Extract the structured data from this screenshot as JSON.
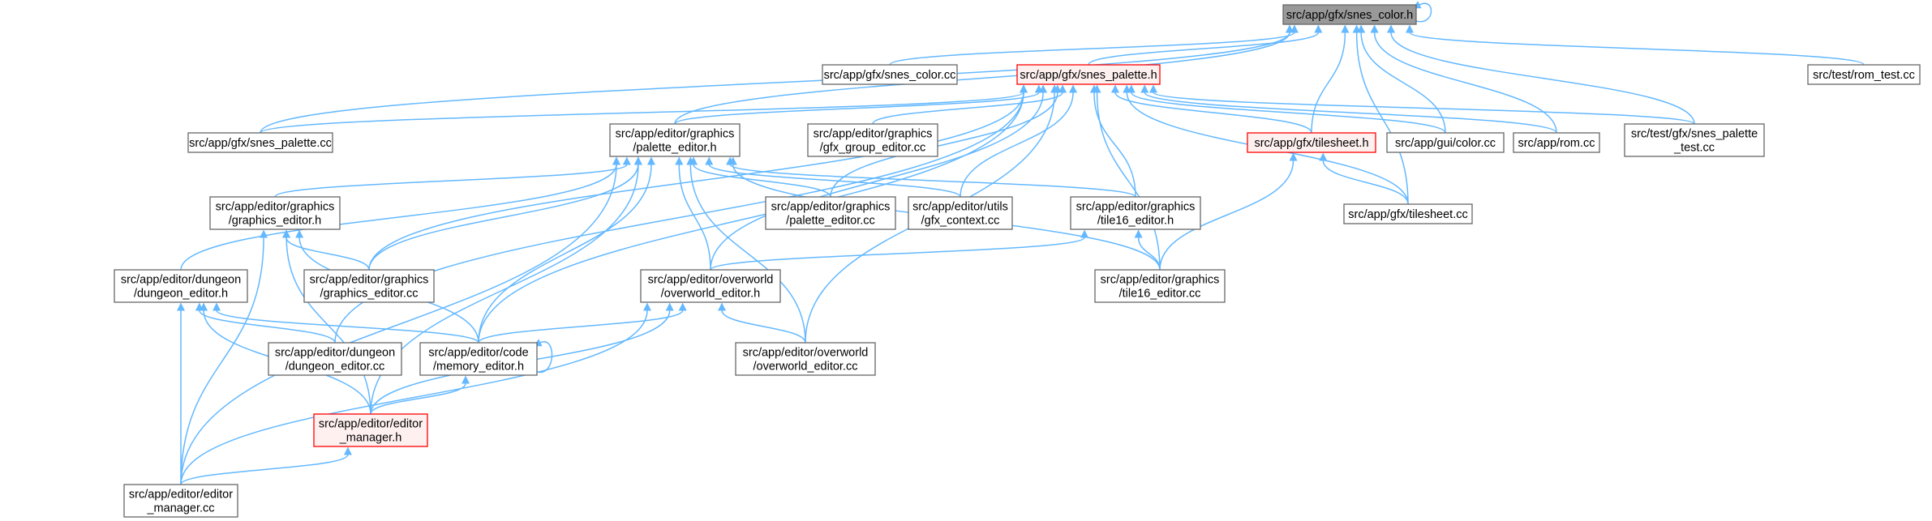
{
  "colors": {
    "edge": "#63b8ff",
    "node_border": "#666666",
    "node_fill": "#ffffff",
    "focus_fill": "#999999",
    "focus_border": "#666666",
    "red_border": "#ff0000",
    "red_fill": "#fff0f0"
  },
  "nodes": [
    {
      "id": "snes_color_h",
      "lines": [
        "src/app/gfx/snes_color.h"
      ],
      "style": "focus"
    },
    {
      "id": "snes_color_cc",
      "lines": [
        "src/app/gfx/snes_color.cc"
      ],
      "style": "normal"
    },
    {
      "id": "snes_palette_h",
      "lines": [
        "src/app/gfx/snes_palette.h"
      ],
      "style": "red"
    },
    {
      "id": "rom_test_cc",
      "lines": [
        "src/test/rom_test.cc"
      ],
      "style": "normal"
    },
    {
      "id": "snes_palette_cc",
      "lines": [
        "src/app/gfx/snes_palette.cc"
      ],
      "style": "normal"
    },
    {
      "id": "palette_editor_h",
      "lines": [
        "src/app/editor/graphics",
        "/palette_editor.h"
      ],
      "style": "normal"
    },
    {
      "id": "gfx_group_editor_cc",
      "lines": [
        "src/app/editor/graphics",
        "/gfx_group_editor.cc"
      ],
      "style": "normal"
    },
    {
      "id": "tilesheet_h",
      "lines": [
        "src/app/gfx/tilesheet.h"
      ],
      "style": "red"
    },
    {
      "id": "gui_color_cc",
      "lines": [
        "src/app/gui/color.cc"
      ],
      "style": "normal"
    },
    {
      "id": "rom_cc",
      "lines": [
        "src/app/rom.cc"
      ],
      "style": "normal"
    },
    {
      "id": "snes_palette_test_cc",
      "lines": [
        "src/test/gfx/snes_palette",
        "_test.cc"
      ],
      "style": "normal"
    },
    {
      "id": "graphics_editor_h",
      "lines": [
        "src/app/editor/graphics",
        "/graphics_editor.h"
      ],
      "style": "normal"
    },
    {
      "id": "palette_editor_cc",
      "lines": [
        "src/app/editor/graphics",
        "/palette_editor.cc"
      ],
      "style": "normal"
    },
    {
      "id": "gfx_context_cc",
      "lines": [
        "src/app/editor/utils",
        "/gfx_context.cc"
      ],
      "style": "normal"
    },
    {
      "id": "tile16_editor_h",
      "lines": [
        "src/app/editor/graphics",
        "/tile16_editor.h"
      ],
      "style": "normal"
    },
    {
      "id": "tilesheet_cc",
      "lines": [
        "src/app/gfx/tilesheet.cc"
      ],
      "style": "normal"
    },
    {
      "id": "dungeon_editor_h",
      "lines": [
        "src/app/editor/dungeon",
        "/dungeon_editor.h"
      ],
      "style": "normal"
    },
    {
      "id": "graphics_editor_cc",
      "lines": [
        "src/app/editor/graphics",
        "/graphics_editor.cc"
      ],
      "style": "normal"
    },
    {
      "id": "overworld_editor_h",
      "lines": [
        "src/app/editor/overworld",
        "/overworld_editor.h"
      ],
      "style": "normal"
    },
    {
      "id": "tile16_editor_cc",
      "lines": [
        "src/app/editor/graphics",
        "/tile16_editor.cc"
      ],
      "style": "normal"
    },
    {
      "id": "dungeon_editor_cc",
      "lines": [
        "src/app/editor/dungeon",
        "/dungeon_editor.cc"
      ],
      "style": "normal"
    },
    {
      "id": "memory_editor_h",
      "lines": [
        "src/app/editor/code",
        "/memory_editor.h"
      ],
      "style": "normal"
    },
    {
      "id": "overworld_editor_cc",
      "lines": [
        "src/app/editor/overworld",
        "/overworld_editor.cc"
      ],
      "style": "normal"
    },
    {
      "id": "editor_manager_h",
      "lines": [
        "src/app/editor/editor",
        "_manager.h"
      ],
      "style": "red"
    },
    {
      "id": "editor_manager_cc",
      "lines": [
        "src/app/editor/editor",
        "_manager.cc"
      ],
      "style": "normal"
    }
  ],
  "edges": [
    [
      "snes_color_h",
      "snes_color_h"
    ],
    [
      "snes_color_cc",
      "snes_color_h"
    ],
    [
      "snes_palette_h",
      "snes_color_h"
    ],
    [
      "rom_test_cc",
      "snes_color_h"
    ],
    [
      "snes_palette_cc",
      "snes_color_h"
    ],
    [
      "palette_editor_h",
      "snes_color_h"
    ],
    [
      "tilesheet_h",
      "snes_color_h"
    ],
    [
      "gui_color_cc",
      "snes_color_h"
    ],
    [
      "rom_cc",
      "snes_color_h"
    ],
    [
      "snes_palette_test_cc",
      "snes_color_h"
    ],
    [
      "tilesheet_cc",
      "snes_color_h"
    ],
    [
      "snes_palette_cc",
      "snes_palette_h"
    ],
    [
      "palette_editor_h",
      "snes_palette_h"
    ],
    [
      "gfx_group_editor_cc",
      "snes_palette_h"
    ],
    [
      "tilesheet_h",
      "snes_palette_h"
    ],
    [
      "gui_color_cc",
      "snes_palette_h"
    ],
    [
      "rom_cc",
      "snes_palette_h"
    ],
    [
      "snes_palette_test_cc",
      "snes_palette_h"
    ],
    [
      "palette_editor_cc",
      "snes_palette_h"
    ],
    [
      "gfx_context_cc",
      "snes_palette_h"
    ],
    [
      "tile16_editor_h",
      "snes_palette_h"
    ],
    [
      "tilesheet_cc",
      "snes_palette_h"
    ],
    [
      "graphics_editor_cc",
      "snes_palette_h"
    ],
    [
      "overworld_editor_h",
      "snes_palette_h"
    ],
    [
      "tile16_editor_cc",
      "snes_palette_h"
    ],
    [
      "dungeon_editor_cc",
      "snes_palette_h"
    ],
    [
      "memory_editor_h",
      "snes_palette_h"
    ],
    [
      "overworld_editor_cc",
      "snes_palette_h"
    ],
    [
      "tilesheet_cc",
      "tilesheet_h"
    ],
    [
      "tile16_editor_cc",
      "tilesheet_h"
    ],
    [
      "graphics_editor_h",
      "palette_editor_h"
    ],
    [
      "palette_editor_cc",
      "palette_editor_h"
    ],
    [
      "gfx_context_cc",
      "palette_editor_h"
    ],
    [
      "tile16_editor_h",
      "palette_editor_h"
    ],
    [
      "dungeon_editor_h",
      "palette_editor_h"
    ],
    [
      "graphics_editor_cc",
      "palette_editor_h"
    ],
    [
      "overworld_editor_h",
      "palette_editor_h"
    ],
    [
      "tile16_editor_cc",
      "palette_editor_h"
    ],
    [
      "memory_editor_h",
      "palette_editor_h"
    ],
    [
      "overworld_editor_cc",
      "palette_editor_h"
    ],
    [
      "editor_manager_h",
      "palette_editor_h"
    ],
    [
      "editor_manager_cc",
      "palette_editor_h"
    ],
    [
      "graphics_editor_cc",
      "graphics_editor_h"
    ],
    [
      "memory_editor_h",
      "graphics_editor_h"
    ],
    [
      "editor_manager_h",
      "graphics_editor_h"
    ],
    [
      "editor_manager_cc",
      "graphics_editor_h"
    ],
    [
      "overworld_editor_h",
      "tile16_editor_h"
    ],
    [
      "tile16_editor_cc",
      "tile16_editor_h"
    ],
    [
      "dungeon_editor_cc",
      "dungeon_editor_h"
    ],
    [
      "memory_editor_h",
      "dungeon_editor_h"
    ],
    [
      "editor_manager_h",
      "dungeon_editor_h"
    ],
    [
      "editor_manager_cc",
      "dungeon_editor_h"
    ],
    [
      "memory_editor_h",
      "overworld_editor_h"
    ],
    [
      "overworld_editor_cc",
      "overworld_editor_h"
    ],
    [
      "editor_manager_h",
      "overworld_editor_h"
    ],
    [
      "editor_manager_cc",
      "overworld_editor_h"
    ],
    [
      "memory_editor_h",
      "memory_editor_h"
    ],
    [
      "editor_manager_h",
      "memory_editor_h"
    ],
    [
      "editor_manager_cc",
      "editor_manager_h"
    ]
  ]
}
